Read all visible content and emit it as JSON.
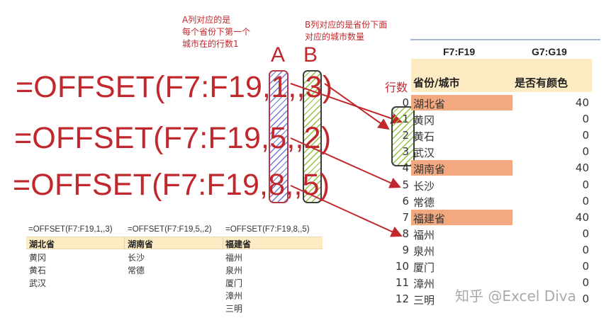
{
  "annotations": {
    "note_a": "A列对应的是\n每个省份下第一个\n城市在的行数1",
    "note_b": "B列对应的是省份下面\n对应的城市数量",
    "col_a_label": "A",
    "col_b_label": "B"
  },
  "formulas": [
    "=OFFSET(F7:F19,1,,3)",
    "=OFFSET(F7:F19,5,,2)",
    "=OFFSET(F7:F19,8,,5)"
  ],
  "sheet": {
    "range_f": "F7:F19",
    "range_g": "G7:G19",
    "rows_label": "行数",
    "header_province_city": "省份/城市",
    "header_has_color": "是否有颜色",
    "province_color": "#f3a980",
    "header_color": "#fdebc4",
    "rows": [
      {
        "num": "0",
        "name": "湖北省",
        "value": "40",
        "province": true
      },
      {
        "num": "1",
        "name": "黄冈",
        "value": "0",
        "province": false
      },
      {
        "num": "2",
        "name": "黄石",
        "value": "0",
        "province": false
      },
      {
        "num": "3",
        "name": "武汉",
        "value": "0",
        "province": false
      },
      {
        "num": "4",
        "name": "湖南省",
        "value": "40",
        "province": true
      },
      {
        "num": "5",
        "name": "长沙",
        "value": "0",
        "province": false
      },
      {
        "num": "6",
        "name": "常德",
        "value": "0",
        "province": false
      },
      {
        "num": "7",
        "name": "福建省",
        "value": "40",
        "province": true
      },
      {
        "num": "8",
        "name": "福州",
        "value": "0",
        "province": false
      },
      {
        "num": "9",
        "name": "泉州",
        "value": "0",
        "province": false
      },
      {
        "num": "10",
        "name": "厦门",
        "value": "0",
        "province": false
      },
      {
        "num": "11",
        "name": "漳州",
        "value": "0",
        "province": false
      },
      {
        "num": "12",
        "name": "三明",
        "value": "0",
        "province": false
      }
    ]
  },
  "results": [
    {
      "formula": "=OFFSET(F7:F19,1,,3)",
      "province": "湖北省",
      "cities": [
        "黄冈",
        "黄石",
        "武汉"
      ]
    },
    {
      "formula": "=OFFSET(F7:F19,5,,2)",
      "province": "湖南省",
      "cities": [
        "长沙",
        "常德"
      ]
    },
    {
      "formula": "=OFFSET(F7:F19,8,,5)",
      "province": "福建省",
      "cities": [
        "福州",
        "泉州",
        "厦门",
        "漳州",
        "三明"
      ]
    }
  ],
  "watermark": "知乎 @Excel Diva"
}
